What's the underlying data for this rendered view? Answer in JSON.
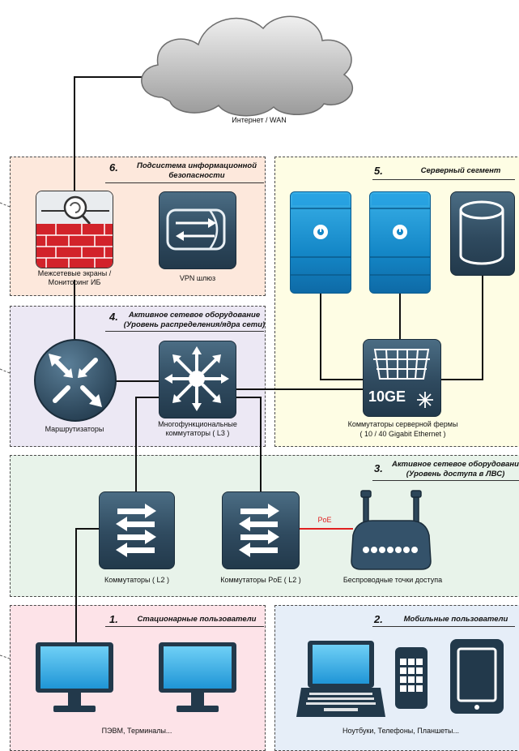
{
  "internet": {
    "label": "Интернет / WAN"
  },
  "zones": {
    "security": {
      "number": "6.",
      "title_line1": "Подсистема информационной",
      "title_line2": "безопасности"
    },
    "server": {
      "number": "5.",
      "title": "Серверный сегмент"
    },
    "distribution": {
      "number": "4.",
      "title_line1": "Активное сетевое оборудование",
      "title_line2": "(Уровень распределения/ядра сети)"
    },
    "access": {
      "number": "3.",
      "title_line1": "Активное сетевое оборудовани",
      "title_line2": "(Уровень доступа в ЛВС)"
    },
    "stationary": {
      "number": "1.",
      "title": "Стационарные пользователи"
    },
    "mobile": {
      "number": "2.",
      "title": "Мобильные пользователи"
    }
  },
  "devices": {
    "firewall": {
      "line1": "Межсетевые экраны /",
      "line2": "Мониторинг ИБ"
    },
    "vpn": {
      "label": "VPN шлюз"
    },
    "router": {
      "label": "Маршрутизаторы"
    },
    "multilayer": {
      "line1": "Многофункциональные",
      "line2": "коммутаторы ( L3 )"
    },
    "fabric": {
      "line1": "Коммутаторы серверной фермы",
      "line2": "( 10 / 40 Gigabit Ethernet )",
      "badge": "10GE"
    },
    "switch_l2": {
      "label": "Коммутаторы ( L2 )"
    },
    "switch_poe": {
      "label": "Коммутаторы PoE ( L2 )"
    },
    "wifi": {
      "label": "Беспроводные точки доступа"
    },
    "poe_link": {
      "label": "PoE"
    },
    "pcs": {
      "label": "ПЭВМ, Терминалы..."
    },
    "mobiles": {
      "label": "Ноутбуки, Телефоны, Планшеты..."
    }
  },
  "colors": {
    "security_bg": "#fde8dc",
    "server_bg": "#fefde4",
    "distribution_bg": "#ece8f4",
    "access_bg": "#e8f3ea",
    "stationary_bg": "#fde3e8",
    "mobile_bg": "#e6eef8",
    "device_dark": "#2f4a5f",
    "server_blue": "#1a8fd0",
    "poe_red": "#e02020"
  }
}
